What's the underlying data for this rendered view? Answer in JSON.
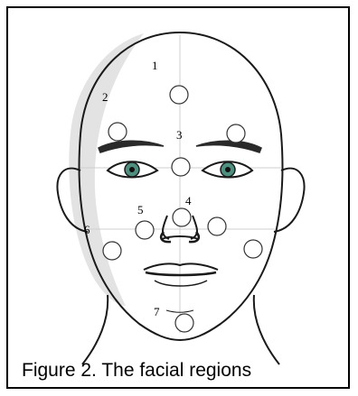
{
  "figure": {
    "caption": "Figure 2. The facial regions",
    "regions": [
      {
        "label": "1"
      },
      {
        "label": "2"
      },
      {
        "label": "3"
      },
      {
        "label": "4"
      },
      {
        "label": "5"
      },
      {
        "label": "6"
      },
      {
        "label": "7"
      }
    ],
    "marker_count": 10
  },
  "colors": {
    "outline": "#1a1a1a",
    "shading": "#d9d9d9",
    "guide_lines": "#cfcfcf",
    "iris": "#4f8f80",
    "marker_stroke": "#333333"
  }
}
